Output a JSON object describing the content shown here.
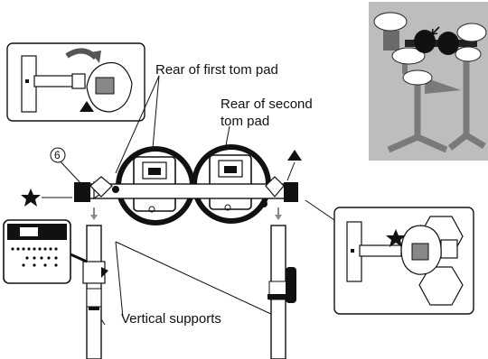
{
  "labels": {
    "first_pad": "Rear of first tom pad",
    "second_pad_line1": "Rear of second",
    "second_pad_line2": "tom pad",
    "vertical_supports": "Vertical supports",
    "callout_number": "6"
  },
  "icons": [
    "star-icon",
    "triangle-marker-icon",
    "rotate-arrow-icon",
    "down-arrow-icon"
  ],
  "colors": {
    "ink": "#111111",
    "inset_bg": "#bdbdbd",
    "metal_dark": "#222222",
    "pad_red": "#c0392b"
  }
}
